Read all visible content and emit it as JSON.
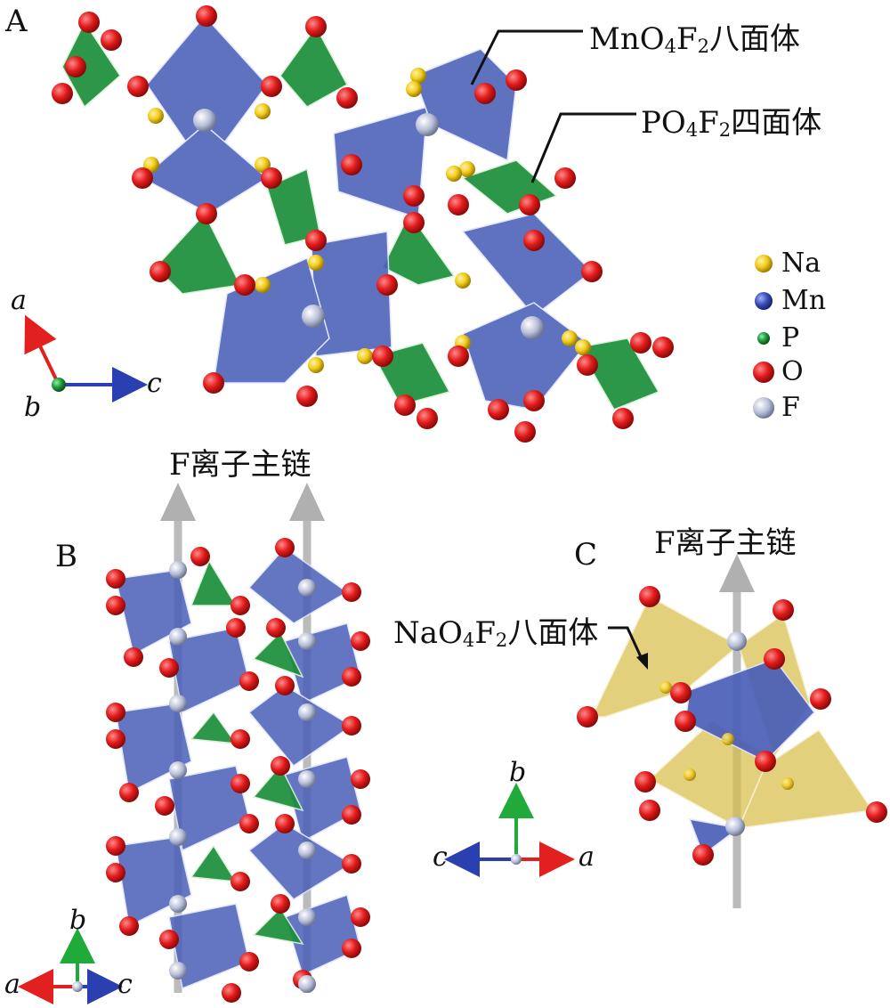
{
  "panels": {
    "a": "A",
    "b": "B",
    "c": "C"
  },
  "labels": {
    "mno4f2_pre": "MnO",
    "mno4f2_sub4": "4",
    "mno4f2_mid": "F",
    "mno4f2_sub2": "2",
    "mno4f2_post": "八面体",
    "po4f2_pre": "PO",
    "po4f2_sub4": "4",
    "po4f2_mid": "F",
    "po4f2_sub2": "2",
    "po4f2_post": "四面体",
    "nao4f2_pre": "NaO",
    "nao4f2_sub4": "4",
    "nao4f2_mid": "F",
    "nao4f2_sub2": "2",
    "nao4f2_post": "八面体",
    "f_chain_b": "F离子主链",
    "f_chain_c": "F离子主链"
  },
  "legend": [
    {
      "symbol": "Na",
      "color": "#f2cc1d"
    },
    {
      "symbol": "Mn",
      "color": "#3a4fb8"
    },
    {
      "symbol": "P",
      "color": "#1f9a3a"
    },
    {
      "symbol": "O",
      "color": "#e31b1b"
    },
    {
      "symbol": "F",
      "color": "#b8bfd8"
    }
  ],
  "axes": {
    "a_panel": {
      "up": "a",
      "down": "b",
      "right": "c"
    },
    "b_panel": {
      "up": "b",
      "left": "a",
      "right": "c"
    },
    "c_panel": {
      "up": "b",
      "left": "c",
      "right": "a"
    }
  },
  "colors": {
    "mn_octa": "#4a5fb8",
    "p_tetra": "#1c8f3a",
    "na_octa": "#d9bf4a",
    "oxygen": "#e31b1b",
    "fluorine": "#b8bfd8",
    "sodium": "#f2cc1d",
    "chain_arrow": "#b0b0b0",
    "axis_red": "#e32020",
    "axis_green": "#1faa3a",
    "axis_blue": "#2a3fb0"
  }
}
